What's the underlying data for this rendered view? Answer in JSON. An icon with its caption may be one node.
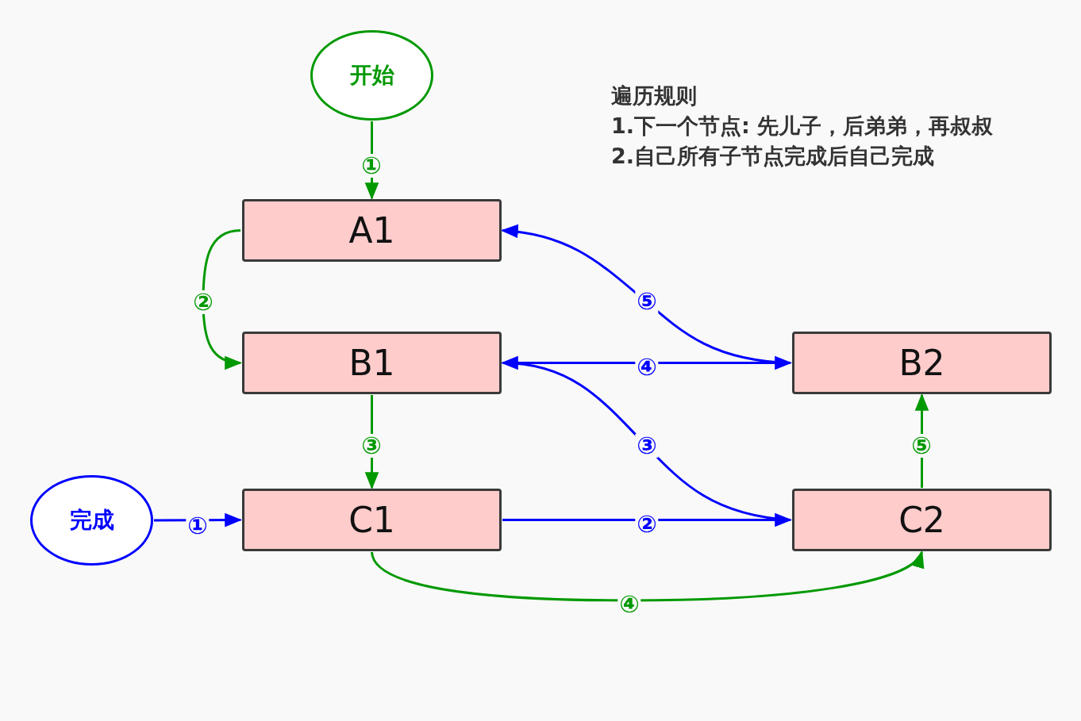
{
  "diagram": {
    "nodes": [
      {
        "text": [
          "开始"
        ]
      },
      {
        "text": [
          "A1"
        ]
      },
      {
        "text": [
          "B1"
        ]
      },
      {
        "text": [
          "C1"
        ]
      },
      {
        "text": [
          "B2"
        ]
      },
      {
        "text": [
          "C2"
        ]
      },
      {
        "text": [
          "完成"
        ]
      }
    ],
    "edges": [
      {
        "from": 0,
        "to": 1,
        "arrow": "to",
        "label": "①",
        "color": "#009900"
      },
      {
        "from": 1,
        "to": 2,
        "arrow": "to",
        "label": "②",
        "color": "#009900"
      },
      {
        "from": 2,
        "to": 3,
        "arrow": "to",
        "label": "③",
        "color": "#009900"
      },
      {
        "from": 3,
        "to": 5,
        "arrow": "to",
        "label": "④",
        "color": "#009900"
      },
      {
        "from": 5,
        "to": 4,
        "arrow": "to",
        "label": "⑤",
        "color": "#009900"
      },
      {
        "from": 6,
        "to": 3,
        "arrow": "to",
        "label": "①",
        "color": "#0000ff"
      },
      {
        "from": 3,
        "to": 5,
        "arrow": "to",
        "label": "②",
        "color": "#0000ff"
      },
      {
        "from": 5,
        "to": 2,
        "arrow": "to",
        "label": "③",
        "color": "#0000ff"
      },
      {
        "from": 2,
        "to": 4,
        "arrow": "to",
        "label": "④",
        "color": "#0000ff"
      },
      {
        "from": 4,
        "to": 1,
        "arrow": "to",
        "label": "⑤",
        "color": "#0000ff"
      }
    ],
    "labels": [
      "遍历规则",
      "1.下一个节点: 先儿子，后弟弟，再叔叔",
      "2.自己所有子节点完成后自己完成"
    ]
  }
}
